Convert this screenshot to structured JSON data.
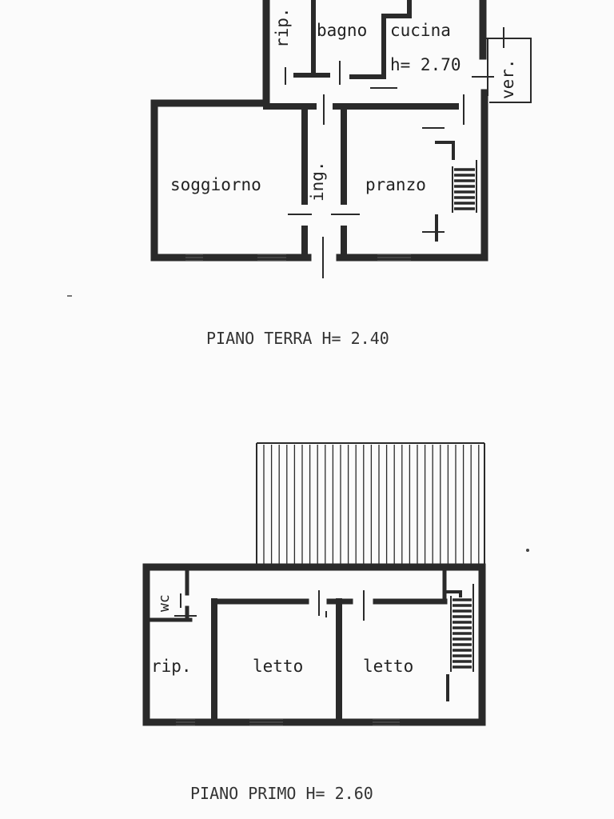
{
  "ground_floor": {
    "rooms": {
      "rip": "rip.",
      "bagno": "bagno",
      "cucina": "cucina",
      "cucina_height": "h= 2.70",
      "ver": "ver.",
      "soggiorno": "soggiorno",
      "ing": "ing.",
      "pranzo": "pranzo"
    },
    "caption": "PIANO TERRA H= 2.40"
  },
  "first_floor": {
    "rooms": {
      "wc": "wc",
      "rip": "rip.",
      "letto_left": "letto",
      "letto_right": "letto"
    },
    "caption": "PIANO PRIMO H= 2.60"
  },
  "colors": {
    "wall": "#2a2a2a",
    "background": "#fbfbfb"
  }
}
